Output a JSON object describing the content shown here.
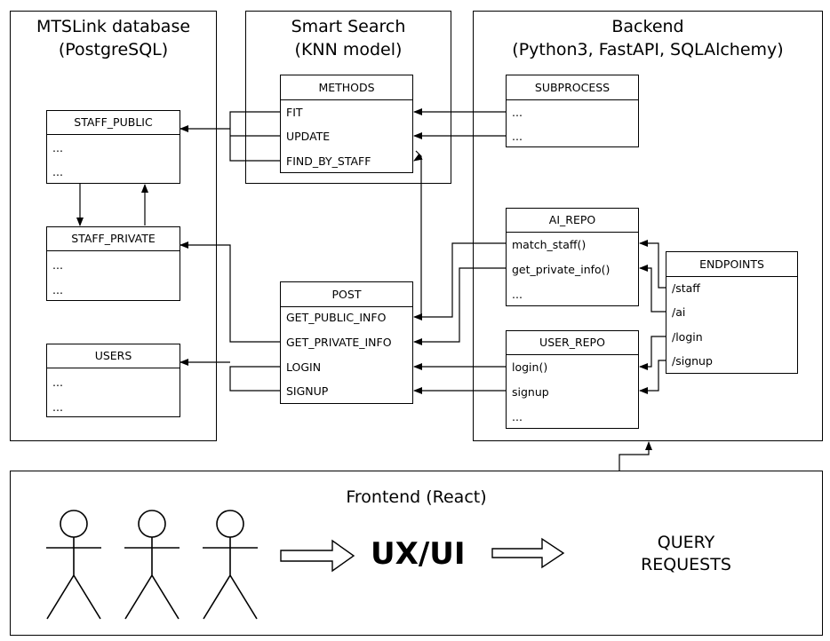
{
  "containers": {
    "database": {
      "title_line1": "MTSLink database",
      "title_line2": "(PostgreSQL)"
    },
    "smart_search": {
      "title_line1": "Smart Search",
      "title_line2": "(KNN model)"
    },
    "backend": {
      "title_line1": "Backend",
      "title_line2": "(Python3, FastAPI, SQLAlchemy)"
    },
    "frontend": {
      "title": "Frontend (React)"
    }
  },
  "tables": {
    "staff_public": {
      "title": "STAFF_PUBLIC",
      "rows": [
        "...",
        "..."
      ]
    },
    "staff_private": {
      "title": "STAFF_PRIVATE",
      "rows": [
        "...",
        "..."
      ]
    },
    "users": {
      "title": "USERS",
      "rows": [
        "...",
        "..."
      ]
    },
    "methods": {
      "title": "METHODS",
      "rows": [
        "FIT",
        "UPDATE",
        "FIND_BY_STAFF"
      ]
    },
    "post": {
      "title": "POST",
      "rows": [
        "GET_PUBLIC_INFO",
        "GET_PRIVATE_INFO",
        "LOGIN",
        "SIGNUP"
      ]
    },
    "subprocess": {
      "title": "SUBPROCESS",
      "rows": [
        "...",
        "..."
      ]
    },
    "ai_repo": {
      "title": "AI_REPO",
      "rows": [
        "match_staff()",
        "get_private_info()",
        "..."
      ]
    },
    "user_repo": {
      "title": "USER_REPO",
      "rows": [
        "login()",
        "signup",
        "..."
      ]
    },
    "endpoints": {
      "title": "ENDPOINTS",
      "rows": [
        "/staff",
        "/ai",
        "/login",
        "/signup"
      ]
    }
  },
  "frontend": {
    "ux_label": "UX/UI",
    "query_line1": "QUERY",
    "query_line2": "REQUESTS"
  }
}
